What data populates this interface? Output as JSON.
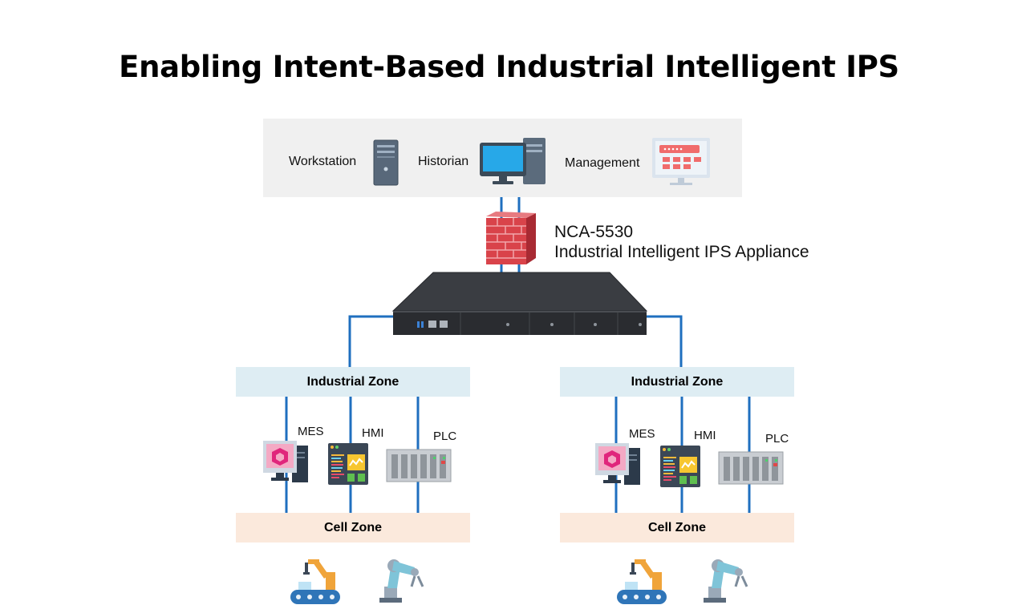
{
  "title": "Enabling Intent-Based Industrial Intelligent IPS",
  "top_systems": {
    "workstation": "Workstation",
    "historian": "Historian",
    "management": "Management"
  },
  "appliance": {
    "model": "NCA-5530",
    "description": "Industrial Intelligent IPS Appliance"
  },
  "zones": [
    {
      "industrial_zone": "Industrial Zone",
      "cell_zone": "Cell Zone",
      "devices": [
        "MES",
        "HMI",
        "PLC"
      ]
    },
    {
      "industrial_zone": "Industrial Zone",
      "cell_zone": "Cell Zone",
      "devices": [
        "MES",
        "HMI",
        "PLC"
      ]
    }
  ],
  "colors": {
    "link_line": "#1f6fbf",
    "industrial_zone_fill": "#deedf3",
    "cell_zone_fill": "#fbe9dc",
    "top_band_fill": "#f0f0f0",
    "firewall": "#d9434a"
  }
}
